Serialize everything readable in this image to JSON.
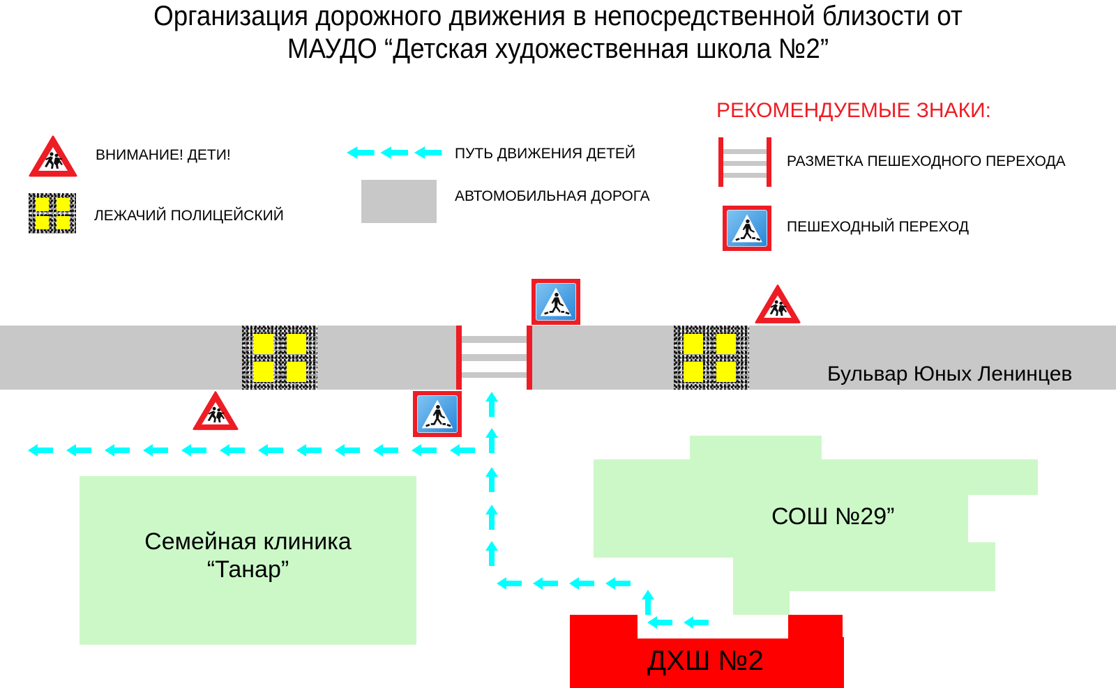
{
  "title": {
    "line1": "Организация дорожного движения в непосредственной близости от",
    "line2": "МАУДО “Детская художественная школа №2”"
  },
  "legend": {
    "children_warning": {
      "label": "ВНИМАНИЕ! ДЕТИ!",
      "icon": "children-warning-sign-icon"
    },
    "speed_bump": {
      "label": "ЛЕЖАЧИЙ ПОЛИЦЕЙСКИЙ",
      "icon": "speed-bump-icon"
    },
    "children_path": {
      "label": "ПУТЬ ДВИЖЕНИЯ ДЕТЕЙ",
      "icon": "arrow-left-icon"
    },
    "road": {
      "label": "АВТОМОБИЛЬНАЯ ДОРОГА",
      "icon": "road-swatch"
    },
    "recommended_heading": "РЕКОМЕНДУЕМЫЕ ЗНАКИ:",
    "crosswalk_marking": {
      "label": "РАЗМЕТКА ПЕШЕХОДНОГО ПЕРЕХОДА",
      "icon": "crosswalk-marking-icon"
    },
    "pedestrian_crossing": {
      "label": "ПЕШЕХОДНЫЙ ПЕРЕХОД",
      "icon": "pedestrian-crossing-sign-icon"
    }
  },
  "map": {
    "street_name": "Бульвар Юных Ленинцев",
    "buildings": {
      "clinic": {
        "line1": "Семейная клиника",
        "line2": "“Танар”"
      },
      "school29": {
        "label": "СОШ  №29”"
      },
      "art_school": {
        "label": "ДХШ №2"
      }
    }
  },
  "colors": {
    "sign_red": "#ee1c24",
    "road_gray": "#c8c8c8",
    "building_green": "#ccf8c8",
    "art_school_red": "#ff0000",
    "path_cyan": "#00ffff",
    "bump_yellow": "#ffff00",
    "sign_blue": "#2a86d8"
  }
}
